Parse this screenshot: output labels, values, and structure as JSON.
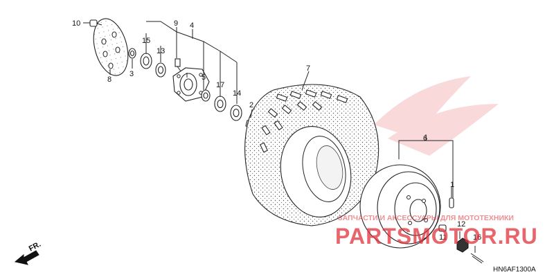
{
  "diagram_code": "HN6AF1300A",
  "front_arrow_label": "FR.",
  "watermark": {
    "tagline": "ЗАПЧАСТИ И АКСЕССУАРЫ ДЛЯ МОТОТЕХНИКИ",
    "brand": "PARTSMOTOR.RU",
    "color": "#e0323a"
  },
  "callouts": {
    "c1": "1",
    "c2": "2",
    "c3": "3",
    "c4": "4",
    "c5": "5",
    "c6": "6",
    "c7": "7",
    "c8": "8",
    "c9": "9",
    "c10": "10",
    "c11": "11",
    "c12": "12",
    "c13": "13",
    "c14": "14",
    "c15": "15",
    "c16": "16",
    "c17": "17"
  }
}
